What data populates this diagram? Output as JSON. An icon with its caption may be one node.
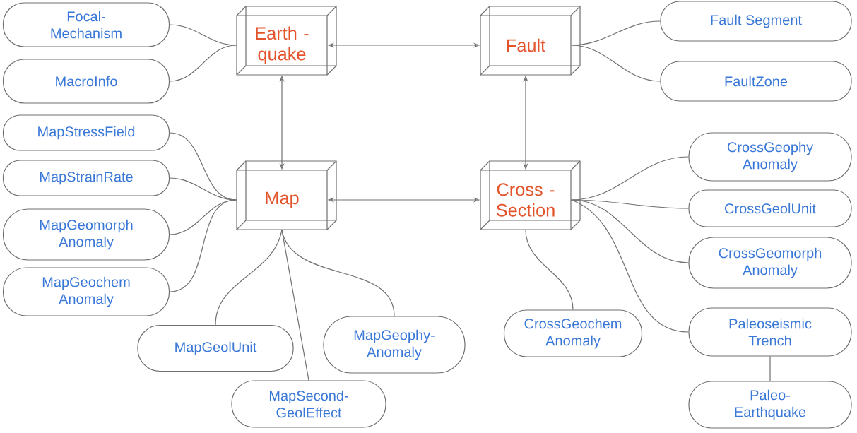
{
  "diagram": {
    "nodes": [
      {
        "text": [
          "Earth - quake"
        ]
      },
      {
        "text": [
          "Fault"
        ]
      },
      {
        "text": [
          "Map"
        ]
      },
      {
        "text": [
          "Cross - Section"
        ]
      },
      {
        "text": [
          "Focal- Mechanism"
        ]
      },
      {
        "text": [
          "MacroInfo"
        ]
      },
      {
        "text": [
          "MapStressField"
        ]
      },
      {
        "text": [
          "MapStrainRate"
        ]
      },
      {
        "text": [
          "MapGeomorph Anomaly"
        ]
      },
      {
        "text": [
          "MapGeochem Anomaly"
        ]
      },
      {
        "text": [
          "MapGeolUnit"
        ]
      },
      {
        "text": [
          "MapSecond- GeolEffect"
        ]
      },
      {
        "text": [
          "MapGeophy- Anomaly"
        ]
      },
      {
        "text": [
          "CrossGeochem Anomaly"
        ]
      },
      {
        "text": [
          "Fault Segment"
        ]
      },
      {
        "text": [
          "FaultZone"
        ]
      },
      {
        "text": [
          "CrossGeophy Anomaly"
        ]
      },
      {
        "text": [
          "CrossGeolUnit"
        ]
      },
      {
        "text": [
          "CrossGeomorph Anomaly"
        ]
      },
      {
        "text": [
          "Paleoseismic Trench"
        ]
      },
      {
        "text": [
          "Paleo- Earthquake"
        ]
      }
    ],
    "edges": [
      {
        "from": 0,
        "to": 1,
        "arrow": "both"
      },
      {
        "from": 0,
        "to": 2,
        "arrow": "both"
      },
      {
        "from": 1,
        "to": 3,
        "arrow": "both"
      },
      {
        "from": 2,
        "to": 3,
        "arrow": "both"
      },
      {
        "from": 4,
        "to": 0,
        "arrow": "none"
      },
      {
        "from": 5,
        "to": 0,
        "arrow": "none"
      },
      {
        "from": 6,
        "to": 2,
        "arrow": "none"
      },
      {
        "from": 7,
        "to": 2,
        "arrow": "none"
      },
      {
        "from": 8,
        "to": 2,
        "arrow": "none"
      },
      {
        "from": 9,
        "to": 2,
        "arrow": "none"
      },
      {
        "from": 10,
        "to": 2,
        "arrow": "none"
      },
      {
        "from": 11,
        "to": 2,
        "arrow": "none"
      },
      {
        "from": 12,
        "to": 2,
        "arrow": "none"
      },
      {
        "from": 13,
        "to": 3,
        "arrow": "none"
      },
      {
        "from": 14,
        "to": 1,
        "arrow": "none"
      },
      {
        "from": 15,
        "to": 1,
        "arrow": "none"
      },
      {
        "from": 16,
        "to": 3,
        "arrow": "none"
      },
      {
        "from": 17,
        "to": 3,
        "arrow": "none"
      },
      {
        "from": 18,
        "to": 3,
        "arrow": "none"
      },
      {
        "from": 19,
        "to": 3,
        "arrow": "none"
      },
      {
        "from": 19,
        "to": 20,
        "arrow": "none"
      }
    ]
  }
}
